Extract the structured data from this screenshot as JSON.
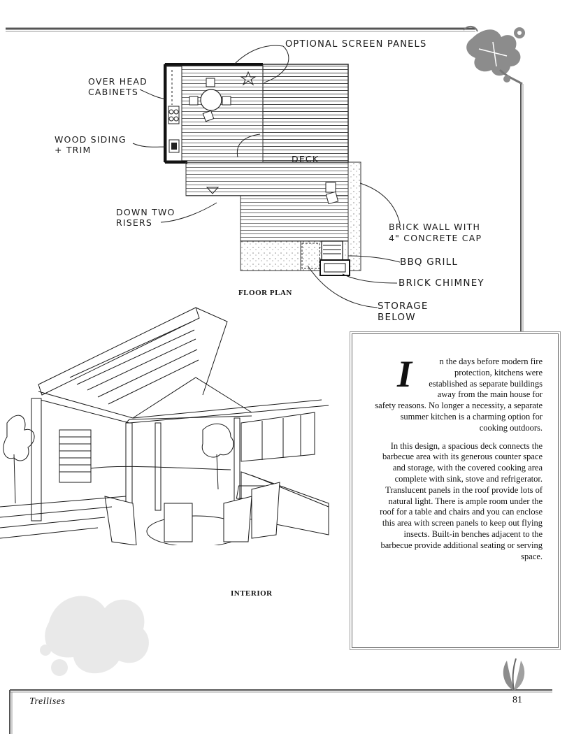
{
  "labels": {
    "optional_screen_panels": "OPTIONAL SCREEN PANELS",
    "overhead_cabinets_1": "OVER HEAD",
    "overhead_cabinets_2": "CABINETS",
    "wood_siding_1": "WOOD SIDING",
    "wood_siding_2": "+ TRIM",
    "deck": "DECK",
    "down_two_risers_1": "DOWN TWO",
    "down_two_risers_2": "RISERS",
    "brick_wall_1": "BRICK WALL WITH",
    "brick_wall_2": "4\" CONCRETE CAP",
    "bbq_grill": "BBQ GRILL",
    "brick_chimney": "BRICK CHIMNEY",
    "storage_1": "STORAGE",
    "storage_2": "BELOW"
  },
  "captions": {
    "floor_plan": "FLOOR PLAN",
    "interior": "INTERIOR"
  },
  "article": {
    "drop_cap": "I",
    "paragraph_1": "n the days before modern fire protection, kitchens were established as separate buildings away from the main house for safety reasons. No longer a necessity, a separate summer kitchen is a charming option for cooking outdoors.",
    "paragraph_2": "In this design, a spacious deck connects the barbecue area with its generous counter space and storage, with the covered cooking area complete with sink, stove and refrigerator. Translucent panels in the roof provide lots of natural light. There is ample room under the roof for a table and chairs and you can enclose this area with screen panels to keep out flying insects. Built-in benches adjacent to the barbecue provide additional seating or serving space."
  },
  "footer": {
    "book_title": "Trellises",
    "page_number": "81"
  }
}
